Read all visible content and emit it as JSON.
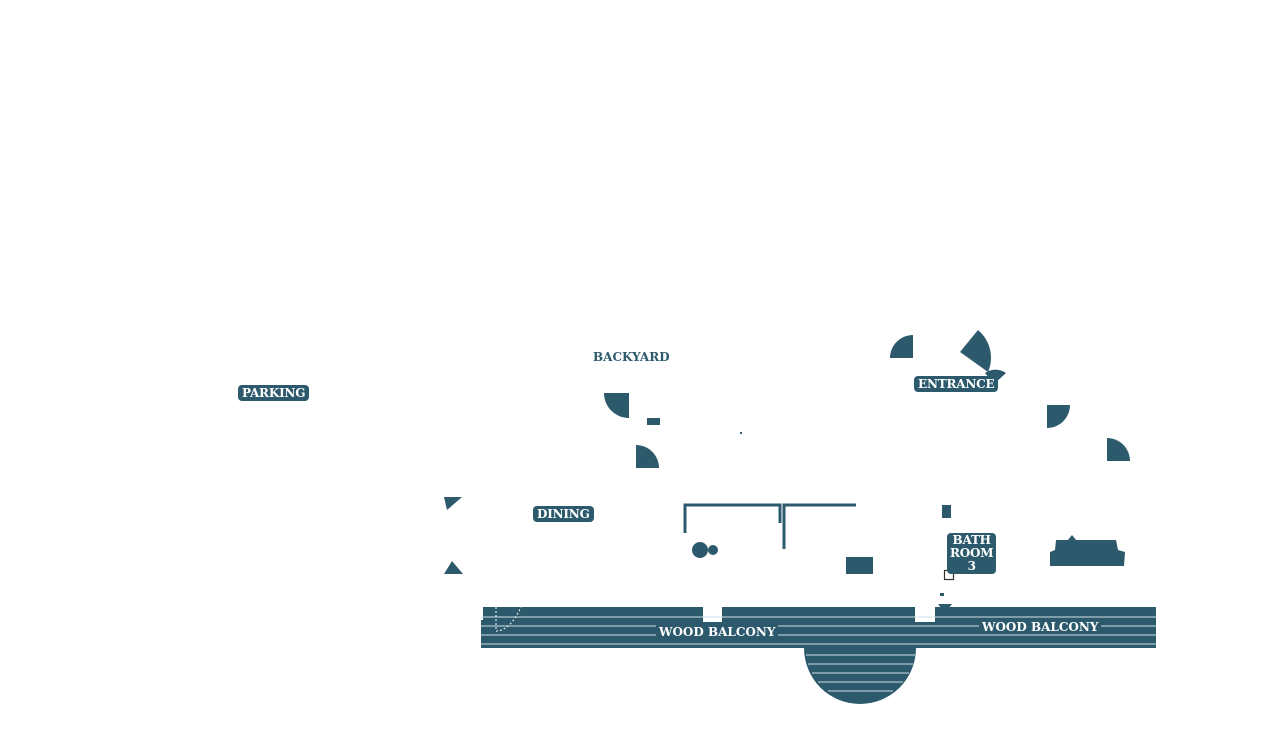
{
  "colors": {
    "accent": "#2c5a6c",
    "stripe": "#cfe0e6"
  },
  "labels": {
    "parking": "PARKING",
    "backyard": "BACKYARD",
    "entrance": "ENTRANCE",
    "dining": "DINING",
    "bathroom3": [
      "BATH",
      "ROOM",
      "3"
    ],
    "wood_balcony_left": "WOOD BALCONY",
    "wood_balcony_right": "WOOD BALCONY"
  }
}
